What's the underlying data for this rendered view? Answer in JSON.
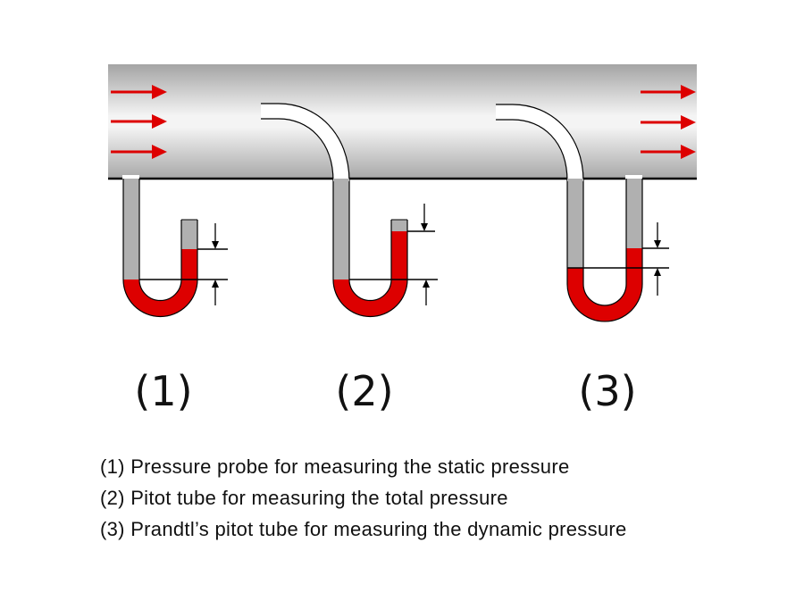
{
  "colors": {
    "fluid": "#dd0000",
    "arrow": "#dd0000",
    "tube_gray": "#b0b0b0",
    "pipe_light": "#f2f2f2",
    "pipe_dark": "#a8a8a8",
    "line": "#000000"
  },
  "labels": {
    "probe1": "(1)",
    "probe2": "(2)",
    "probe3": "(3)"
  },
  "captions": [
    "(1) Pressure probe for measuring the static pressure",
    "(2) Pitot tube for measuring the total pressure",
    "(3) Prandtl’s pitot tube for measuring the dynamic pressure"
  ]
}
